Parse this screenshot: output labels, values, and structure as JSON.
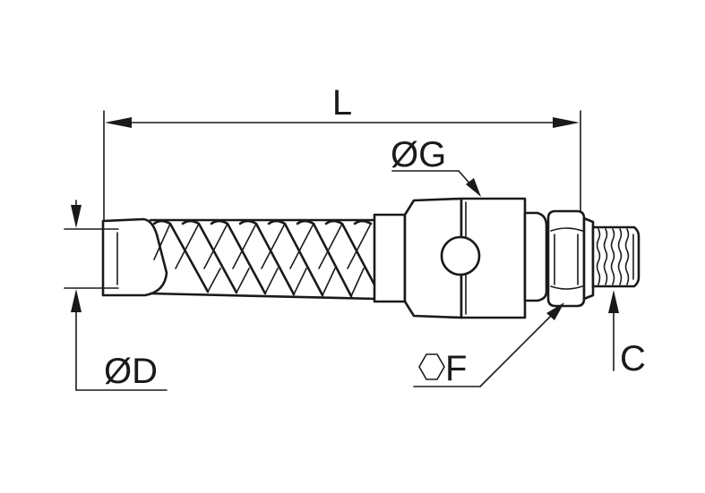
{
  "labels": {
    "length": "L",
    "diameter_g": "ØG",
    "diameter_d": "ØD",
    "hex_f": "F",
    "thread_c": "C"
  },
  "colors": {
    "line": "#1a1a1a",
    "background": "#ffffff"
  },
  "icons": {
    "hex_f": "hexagon-icon"
  }
}
